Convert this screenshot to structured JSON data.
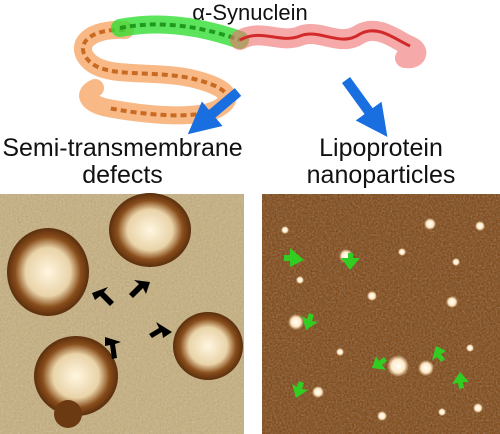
{
  "title": "α-Synuclein",
  "panels": {
    "left": {
      "label_line1": "Semi-transmembrane",
      "label_line2": "defects",
      "arrow_color": "#000000",
      "background_color": "#c7ae78",
      "feature_color": "#6b3a12"
    },
    "right": {
      "label_line1": "Lipoprotein",
      "label_line2": "nanoparticles",
      "arrow_color": "#33cc22",
      "background_color": "#7a3e08",
      "feature_color": "#ffffff"
    }
  },
  "protein": {
    "segment_colors": [
      "#f5a25d",
      "#33dd33",
      "#f07070"
    ]
  },
  "pointer_arrow_color": "#1a6fe0"
}
